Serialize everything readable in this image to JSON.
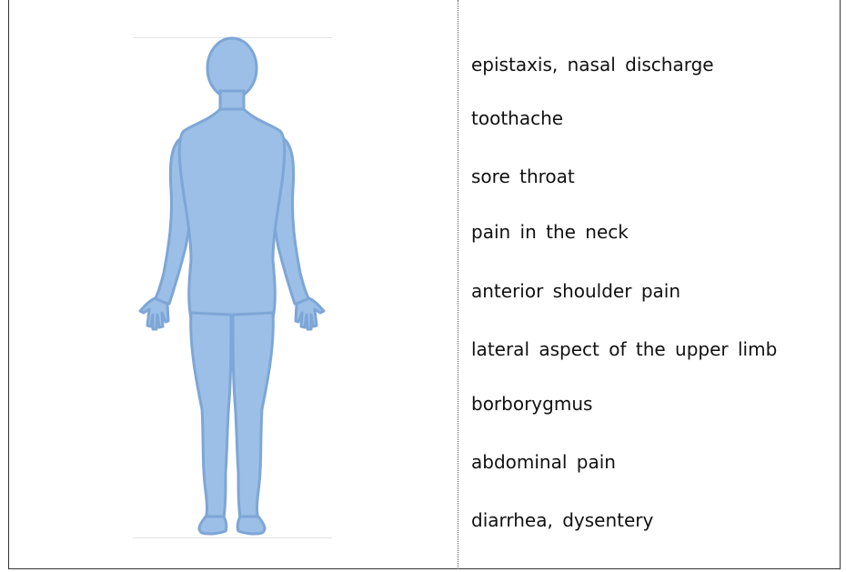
{
  "figure": {
    "fill_color": "#9bbfe6",
    "stroke_color": "#7ea6d6"
  },
  "symptoms": [
    "epistaxis, nasal discharge",
    "toothache",
    "sore throat",
    "pain in the neck",
    "anterior shoulder pain",
    "lateral aspect of the upper limb",
    "borborygmus",
    "abdominal pain",
    "diarrhea, dysentery"
  ]
}
